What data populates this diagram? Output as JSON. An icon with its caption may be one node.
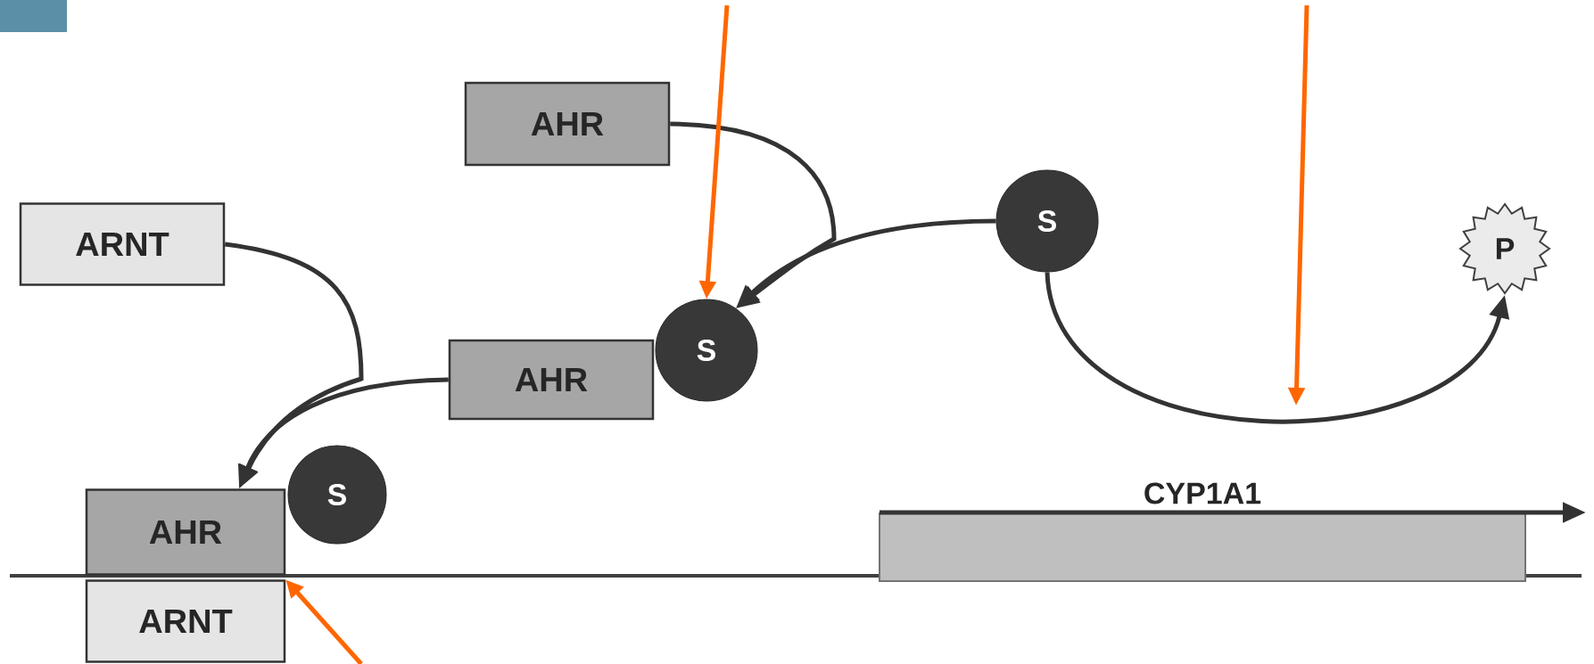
{
  "diagram": {
    "nodes": [
      {
        "text": [
          "AHR"
        ]
      },
      {
        "text": [
          "ARNT"
        ]
      },
      {
        "text": [
          "S"
        ]
      },
      {
        "text": [
          "P"
        ]
      },
      {
        "text": [
          "AHR"
        ]
      },
      {
        "text": [
          "S"
        ]
      },
      {
        "text": [
          "AHR"
        ]
      },
      {
        "text": [
          "S"
        ]
      },
      {
        "text": [
          "ARNT"
        ]
      },
      {
        "text": [
          "CYP1A1"
        ]
      }
    ],
    "edges": [
      {
        "from": 0,
        "to": 5,
        "arrow": "to"
      },
      {
        "from": 2,
        "to": 5,
        "arrow": "to"
      },
      {
        "from": 1,
        "to": 6,
        "arrow": "to"
      },
      {
        "from": 4,
        "to": 6,
        "arrow": "to"
      },
      {
        "from": 2,
        "to": 3,
        "arrow": "to"
      },
      {
        "from": null,
        "to": 5,
        "arrow": "to",
        "color": "#ff6600"
      },
      {
        "from": null,
        "to": 8,
        "arrow": "to",
        "color": "#ff6600"
      }
    ]
  }
}
